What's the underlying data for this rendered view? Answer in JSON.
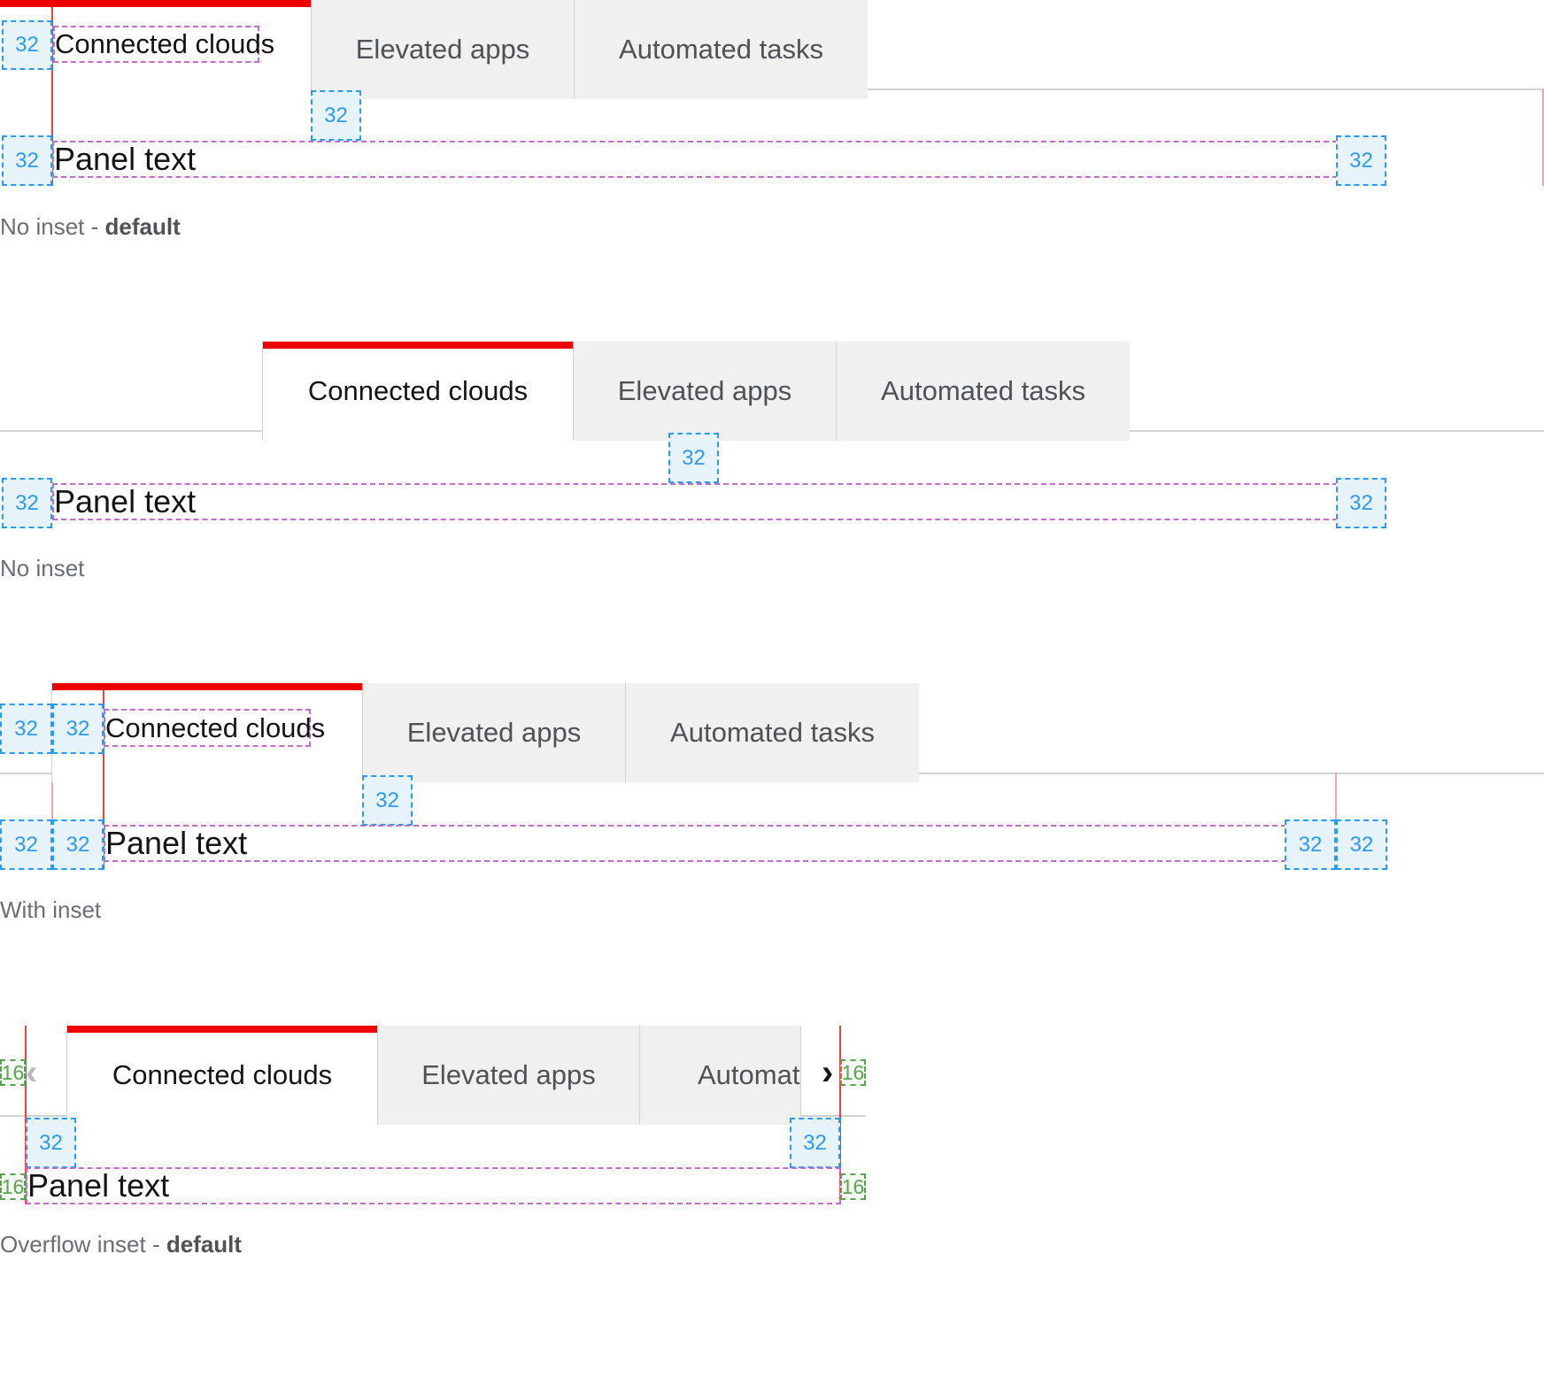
{
  "tabs": {
    "connected": "Connected clouds",
    "elevated": "Elevated apps",
    "automated": "Automated tasks",
    "automated_clipped": "Automate"
  },
  "panel_text": "Panel text",
  "spacer": {
    "value32": "32",
    "value16": "16"
  },
  "captions": {
    "no_inset_default_prefix": "No inset - ",
    "default_word": "default",
    "no_inset": "No inset",
    "with_inset": "With inset",
    "overflow_inset_default_prefix": "Overflow inset - "
  },
  "icons": {
    "scroll_left": "chevron-left-icon",
    "scroll_right": "chevron-right-icon"
  },
  "colors": {
    "active_tab_border": "#ee0000",
    "spacer_blue": "#2b9af3",
    "spacer_green": "#5ba352",
    "text_outline": "#c46bcf",
    "tab_bg": "#f0f0f0"
  }
}
